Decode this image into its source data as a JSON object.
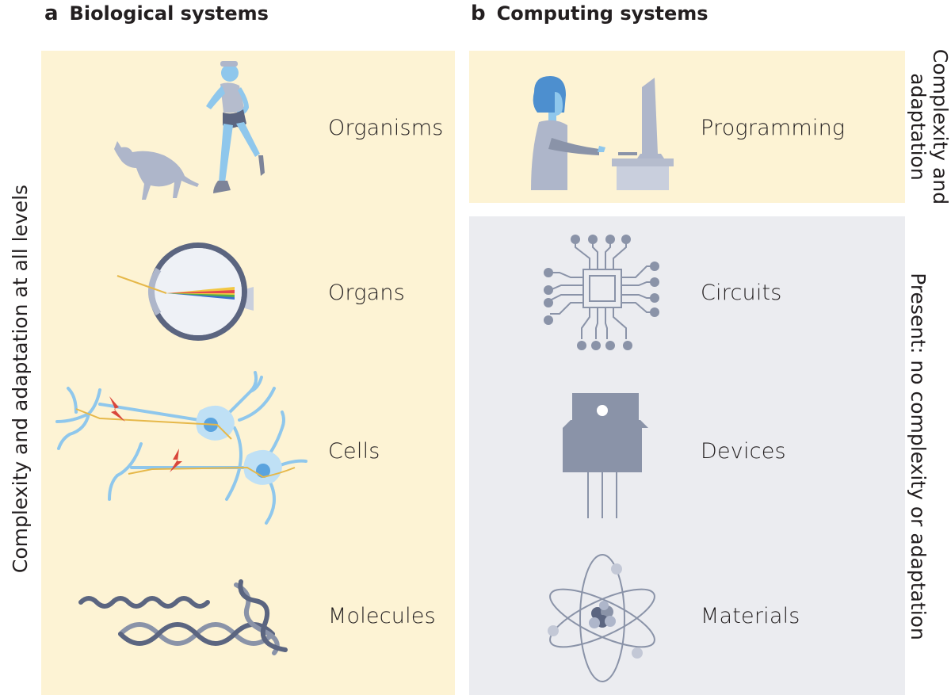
{
  "panel_a": {
    "letter": "a",
    "title": "Biological systems"
  },
  "panel_b": {
    "letter": "b",
    "title": "Computing systems"
  },
  "bio_levels": [
    "Organisms",
    "Organs",
    "Cells",
    "Molecules"
  ],
  "computing_levels": [
    "Programming",
    "Circuits",
    "Devices",
    "Materials"
  ],
  "side_labels": {
    "left": "Complexity and adaptation at all levels",
    "right_top_line1": "Complexity and",
    "right_top_line2": "adaptation",
    "right_bottom": "Present: no complexity or adaptation"
  },
  "colors": {
    "yellow_panel": "#fdf3d4",
    "gray_panel": "#ebecf0",
    "bio_blue": "#8fc7ec",
    "neuron_gold": "#e6b84a",
    "device_gray": "#8a93a8",
    "lightning_red": "#d9463b"
  }
}
